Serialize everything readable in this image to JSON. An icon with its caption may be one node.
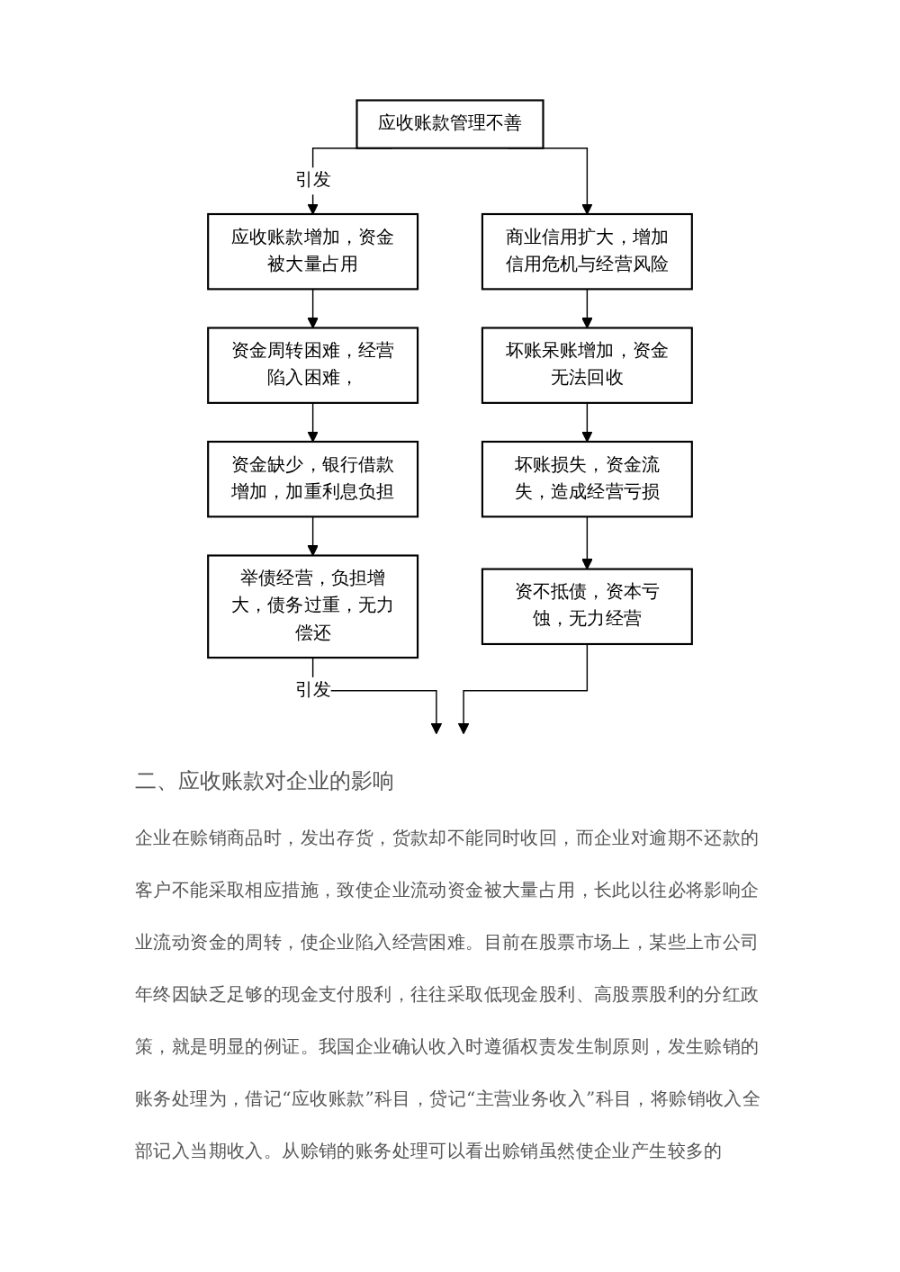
{
  "diagram": {
    "nodes": [
      {
        "text": [
          "应收账款管理不善"
        ]
      },
      {
        "text": [
          "应收账款增加，资金被大量占用"
        ]
      },
      {
        "text": [
          "商业信用扩大，增加信用危机与经营风险"
        ]
      },
      {
        "text": [
          "资金周转困难，经营陷入困难，"
        ]
      },
      {
        "text": [
          "坏账呆账增加，资金无法回收"
        ]
      },
      {
        "text": [
          "资金缺少，银行借款增加，加重利息负担"
        ]
      },
      {
        "text": [
          "坏账损失，资金流失，造成经营亏损"
        ]
      },
      {
        "text": [
          "举债经营，负担增大，债务过重，无力偿还"
        ]
      },
      {
        "text": [
          "资不抵债，资本亏蚀，无力经营"
        ]
      }
    ],
    "edges": [
      {
        "from": 0,
        "to": 1,
        "arrow": "to",
        "label": "引发"
      },
      {
        "from": 0,
        "to": 2,
        "arrow": "to"
      },
      {
        "from": 1,
        "to": 3,
        "arrow": "to"
      },
      {
        "from": 2,
        "to": 4,
        "arrow": "to"
      },
      {
        "from": 3,
        "to": 5,
        "arrow": "to"
      },
      {
        "from": 4,
        "to": 6,
        "arrow": "to"
      },
      {
        "from": 5,
        "to": 7,
        "arrow": "to"
      },
      {
        "from": 6,
        "to": 8,
        "arrow": "to"
      },
      {
        "from": 7,
        "to": null,
        "arrow": "to",
        "label": "引发"
      },
      {
        "from": 8,
        "to": null,
        "arrow": "to"
      }
    ],
    "labels": [
      "二、应收账款对企业的影响",
      "企业在赊销商品时，发出存货，货款却不能同时收回，而企业对逾期不还款的客户不能采取相应措施，致使企业流动资金被大量占用，长此以往必将影响企业流动资金的周转，使企业陷入经营困难。目前在股票市场上，某些上市公司年终因缺乏足够的现金支付股利，往往采取低现金股利、高股票股利的分红政策，就是明显的例证。我国企业确认收入时遵循权责发生制原则，发生赊销的账务处理为，借记“应收账款”科目，贷记“主营业务收入”科目，将赊销收入全部记入当期收入。从赊销的账务处理可以看出赊销虽然使企业产生较多的"
    ]
  }
}
